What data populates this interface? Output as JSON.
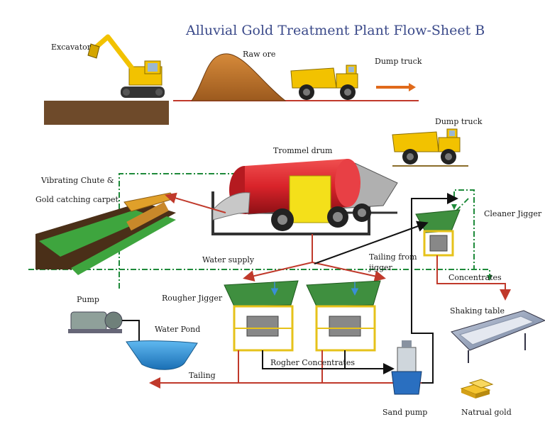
{
  "title": "Alluvial Gold Treatment Plant Flow-Sheet B",
  "labels": {
    "excavator": "Excavator",
    "raw_ore": "Raw ore",
    "dump_truck_top": "Dump truck",
    "dump_truck_right": "Dump truck",
    "trommel_drum": "Trommel drum",
    "vibrating_chute_1": "Vibrating Chute &",
    "vibrating_chute_2": "Gold catching carpet",
    "cleaner_jigger": "Cleaner Jigger",
    "water_supply": "Water supply",
    "tailing_from_jigger_1": "Tailing from",
    "tailing_from_jigger_2": "jigger",
    "pump": "Pump",
    "rougher_jigger": "Rougher Jigger",
    "concentrates": "Concentrates",
    "shaking_table": "Shaking table",
    "water_pond": "Water Pond",
    "rogher_concentrates": "Rogher Concentrates",
    "tailing": "Tailing",
    "sand_pump": "Sand pump",
    "natrual_gold": "Natrual gold"
  },
  "colors": {
    "title": "#3b4a8a",
    "flow_red": "#c0392b",
    "water_green": "#1e8a3a",
    "slurry_black": "#111111",
    "arrow_orange": "#e06a1b",
    "water_blue": "#3a8fd6",
    "machine_yellow": "#f2c200",
    "jig_green": "#3f8f3f",
    "drum_red": "#d9232a",
    "ground_brown": "#6e4a2a"
  }
}
